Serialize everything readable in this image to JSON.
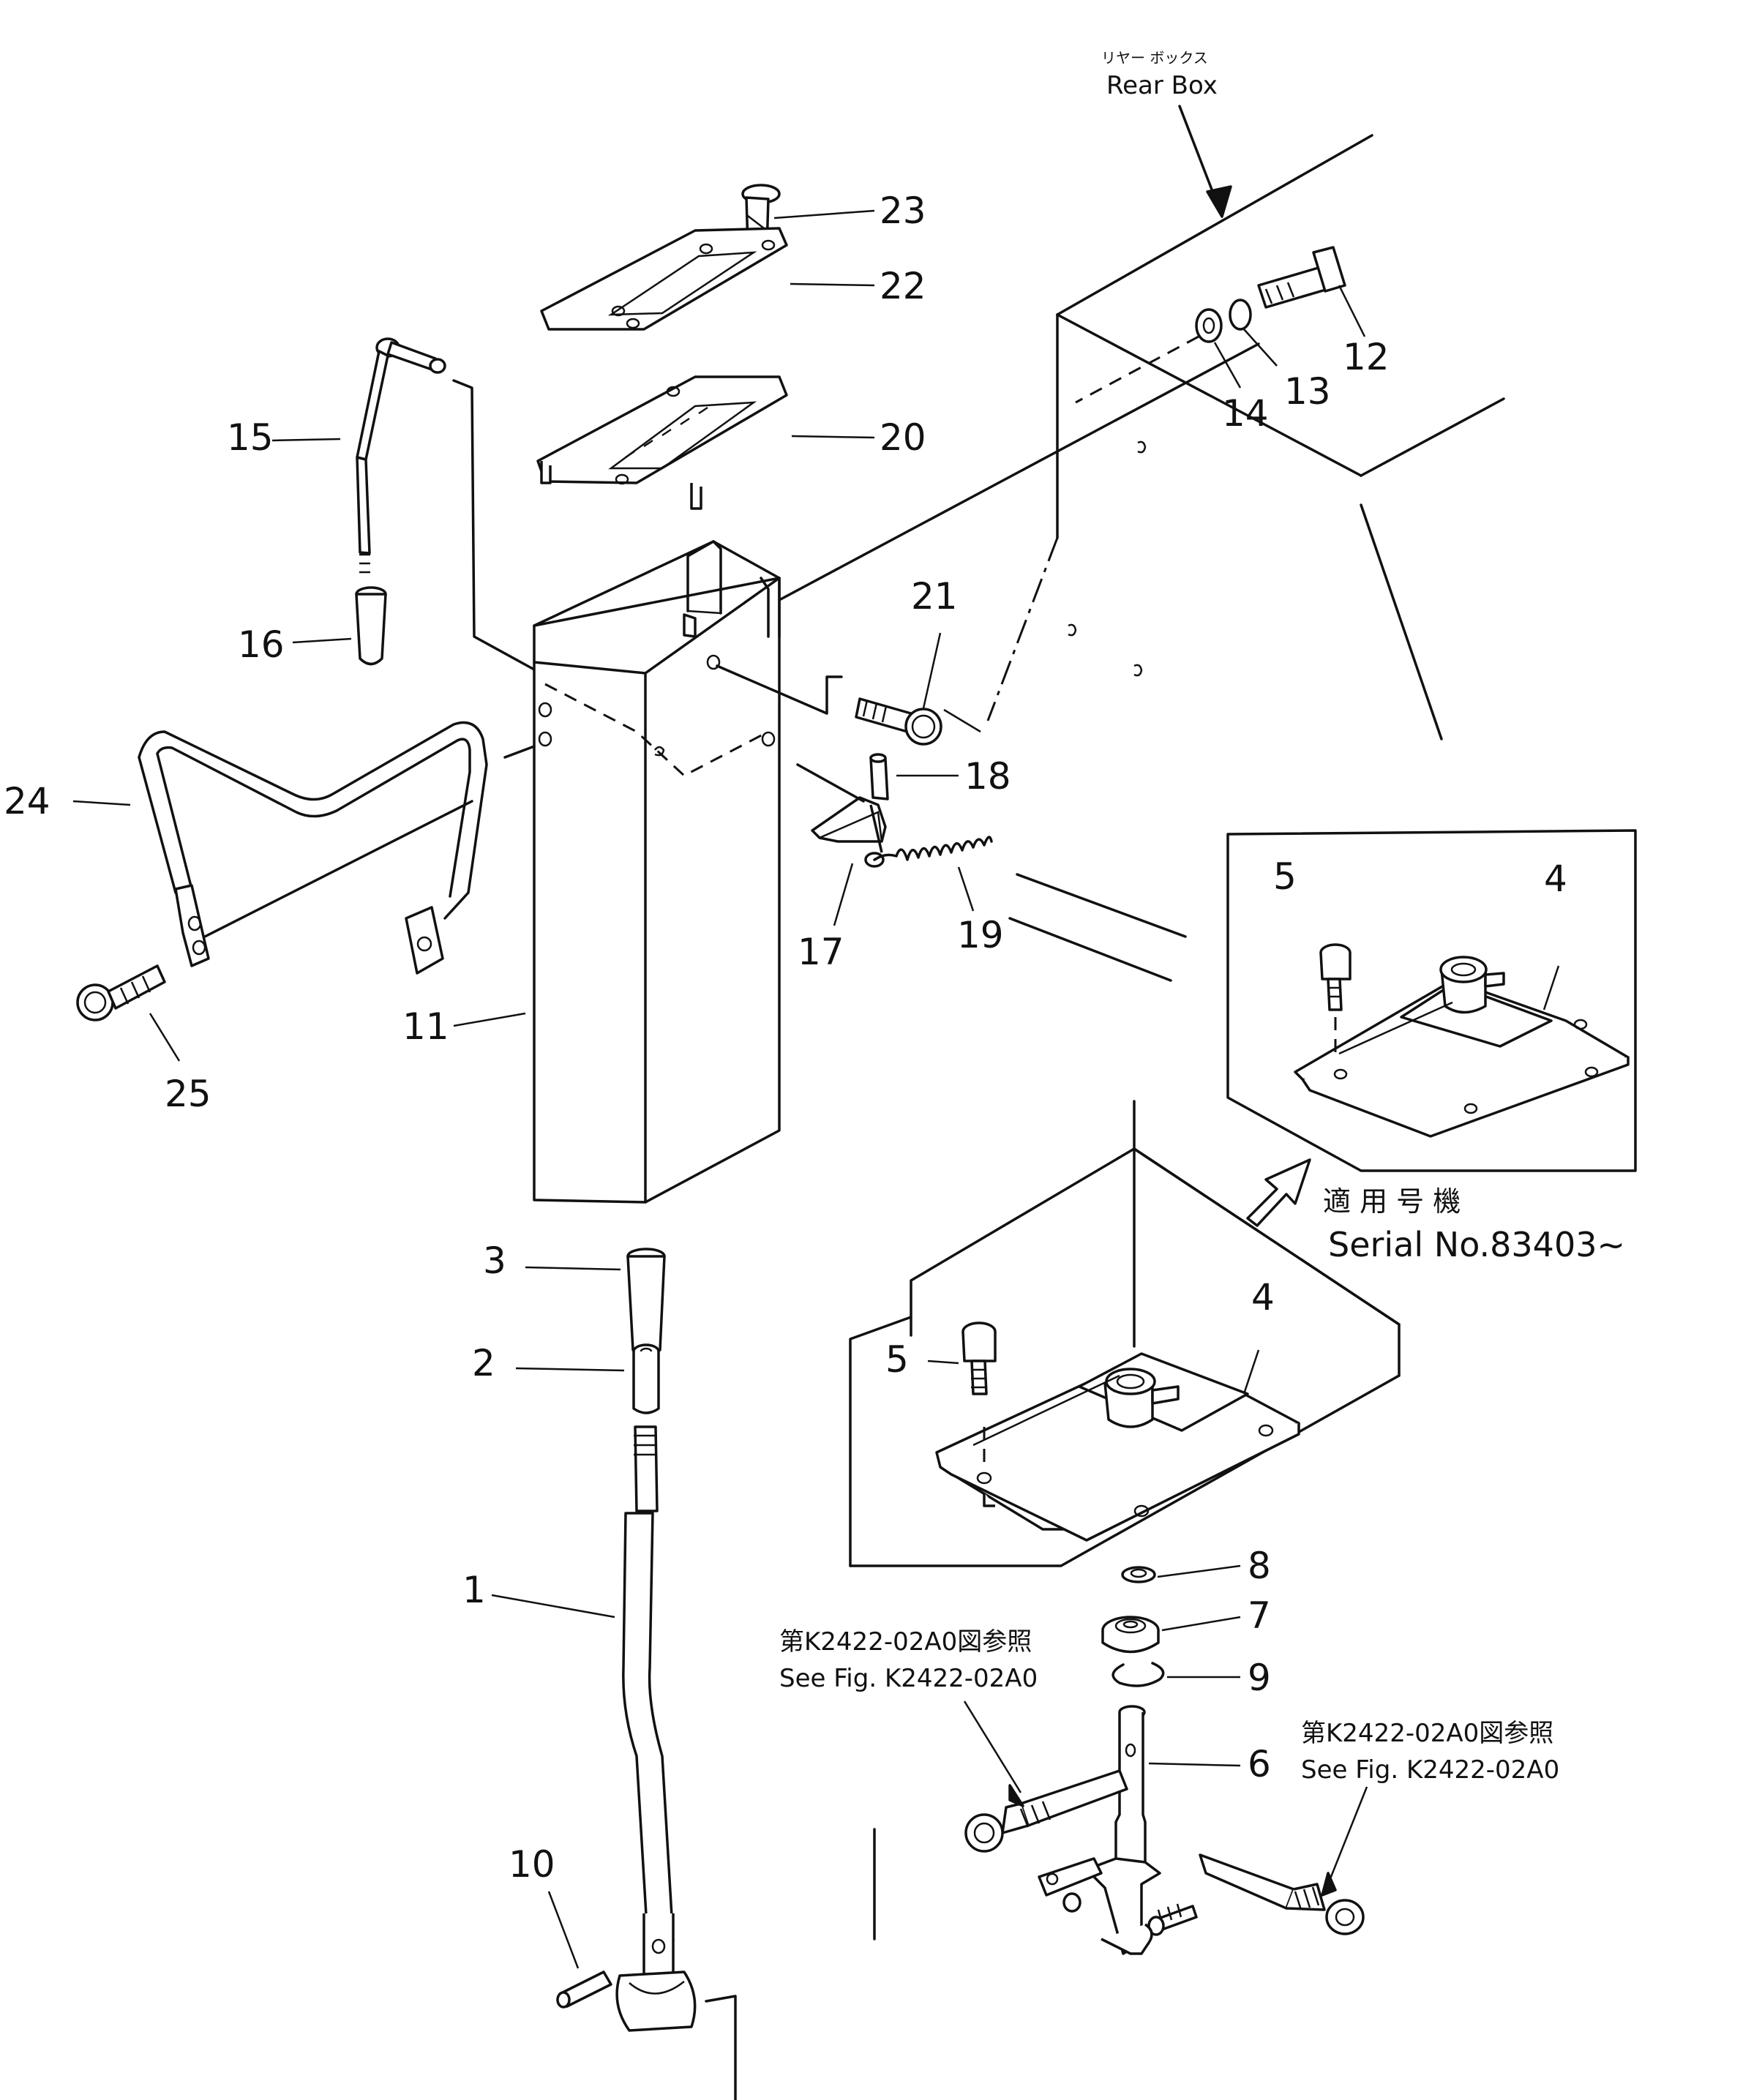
{
  "rear_box": {
    "label_jp": "リヤー ボックス",
    "label_en": "Rear Box"
  },
  "serial_note": {
    "label_jp": "適 用 号 機",
    "label_en": "Serial  No.83403~"
  },
  "see_fig_left": {
    "label_jp": "第K2422-02A0図参照",
    "label_en": "See Fig. K2422-02A0"
  },
  "see_fig_right": {
    "label_jp": "第K2422-02A0図参照",
    "label_en": "See Fig. K2422-02A0"
  },
  "callouts": {
    "p1": "1",
    "p2": "2",
    "p3": "3",
    "p4": "4",
    "p4b": "4",
    "p5": "5",
    "p5b": "5",
    "p6": "6",
    "p7": "7",
    "p8": "8",
    "p9": "9",
    "p10": "10",
    "p11": "11",
    "p12": "12",
    "p13": "13",
    "p14": "14",
    "p15": "15",
    "p16": "16",
    "p17": "17",
    "p18": "18",
    "p19": "19",
    "p20": "20",
    "p21": "21",
    "p22": "22",
    "p23": "23",
    "p24": "24",
    "p25": "25"
  }
}
